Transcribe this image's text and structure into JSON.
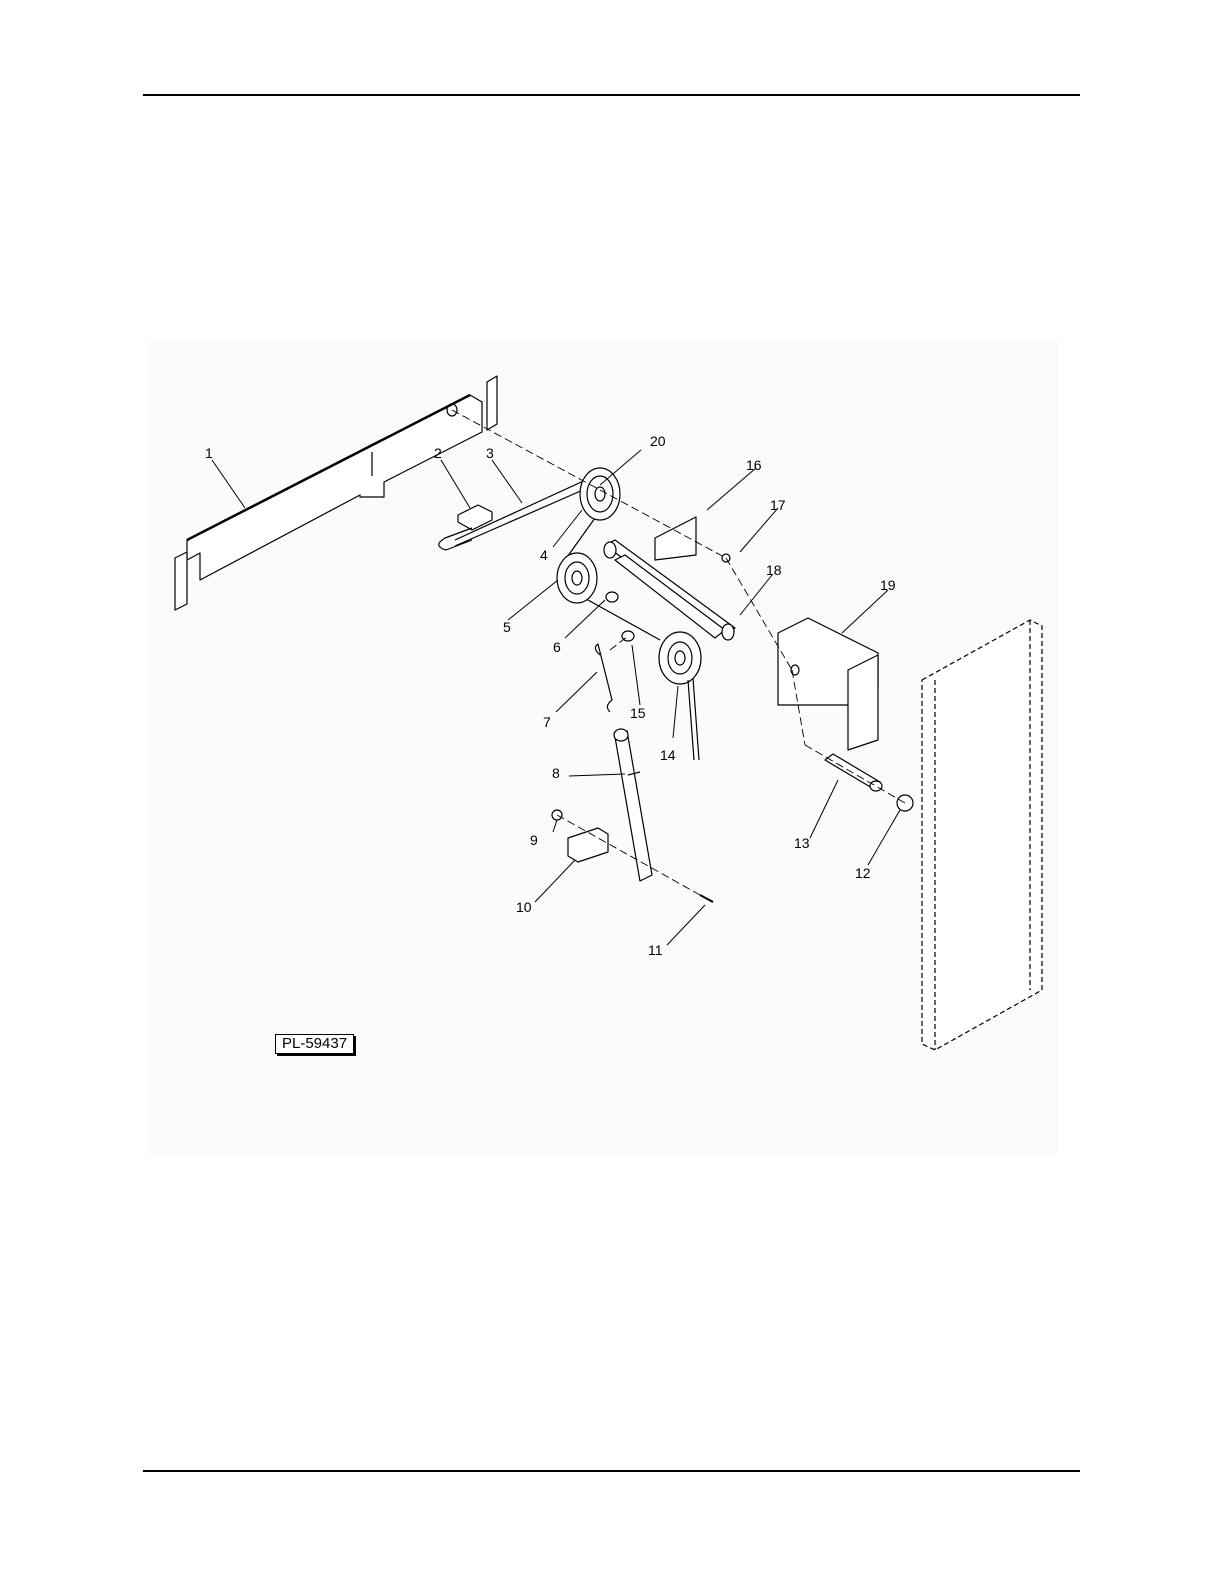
{
  "figure_id": "PL-59437",
  "callouts": [
    "1",
    "2",
    "3",
    "4",
    "5",
    "6",
    "7",
    "8",
    "9",
    "10",
    "11",
    "12",
    "13",
    "14",
    "15",
    "16",
    "17",
    "18",
    "19",
    "20"
  ]
}
